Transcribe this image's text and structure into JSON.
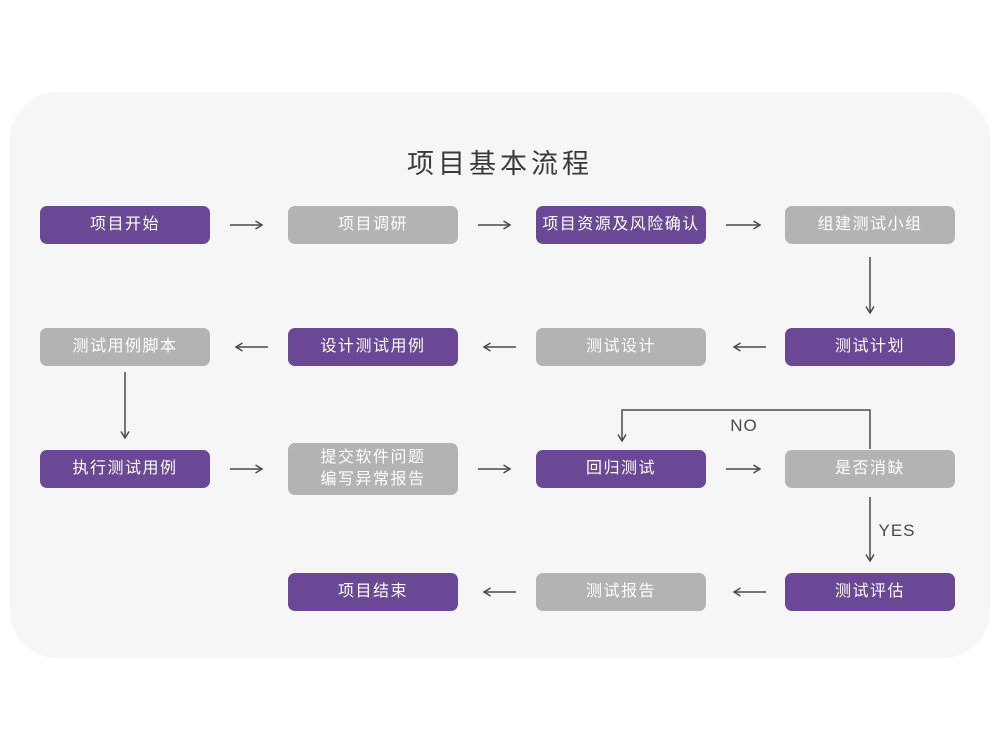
{
  "title": "项目基本流程",
  "colors": {
    "purple": "#6b4896",
    "gray": "#b3b3b3",
    "card_bg": "#f6f6f6",
    "arrow": "#4a4a4a"
  },
  "edge_labels": {
    "no": "NO",
    "yes": "YES"
  },
  "nodes": {
    "start": {
      "label": "项目开始"
    },
    "research": {
      "label": "项目调研"
    },
    "resource_risk": {
      "label": "项目资源及风险确认"
    },
    "build_team": {
      "label": "组建测试小组"
    },
    "test_plan": {
      "label": "测试计划"
    },
    "test_design": {
      "label": "测试设计"
    },
    "design_cases": {
      "label": "设计测试用例"
    },
    "case_script": {
      "label": "测试用例脚本"
    },
    "execute_cases": {
      "label": "执行测试用例"
    },
    "submit_issues": {
      "label": "提交软件问题\n编写异常报告"
    },
    "regression": {
      "label": "回归测试"
    },
    "defect_clear": {
      "label": "是否消缺"
    },
    "evaluation": {
      "label": "测试评估"
    },
    "test_report": {
      "label": "测试报告"
    },
    "end": {
      "label": "项目结束"
    }
  }
}
